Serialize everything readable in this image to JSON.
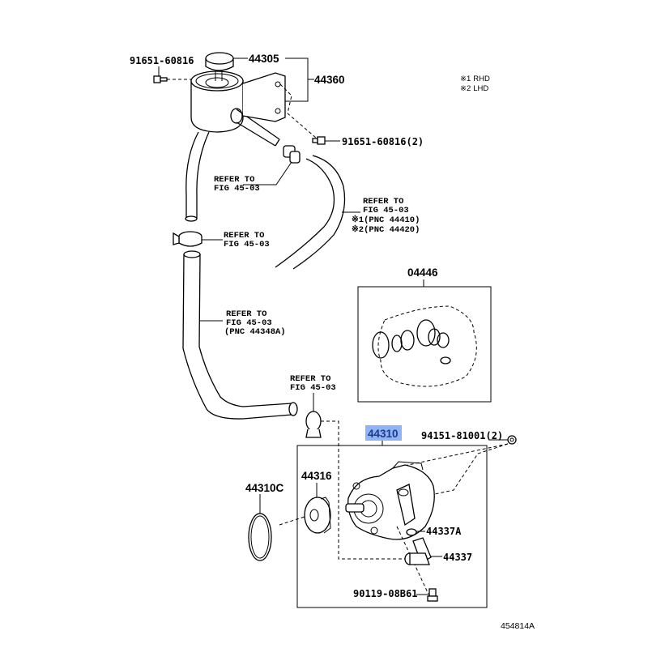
{
  "diagram": {
    "figure_code": "454814A",
    "legend": [
      {
        "mark": "※1",
        "text": "RHD"
      },
      {
        "mark": "※2",
        "text": "LHD"
      }
    ],
    "highlight_color": "#8fb4f5",
    "parts": {
      "bolt_top_left": "91651-60816",
      "cap": "44305",
      "reservoir_assy": "44360",
      "bolt_bracket": "91651-60816(2)",
      "gasket_kit": "04446",
      "pump_assy": "44310",
      "bolt_pump": "94151-81001(2)",
      "o_ring": "44310C",
      "pulley": "44316",
      "union_o_ring": "44337A",
      "union": "44337",
      "union_bolt": "90119-08B61"
    },
    "refs": {
      "ref_clamp_upper": {
        "line1": "REFER TO",
        "line2": "FIG 45-03"
      },
      "ref_return_hose": {
        "line1": "REFER TO",
        "line2": "FIG 45-03",
        "line3": "※1(PNC 44410)",
        "line4": "※2(PNC 44420)"
      },
      "ref_clamp_lower": {
        "line1": "REFER TO",
        "line2": "FIG 45-03"
      },
      "ref_suction_hose": {
        "line1": "REFER TO",
        "line2": "FIG 45-03",
        "line3": "(PNC 44348A)"
      },
      "ref_clamp_pump": {
        "line1": "REFER TO",
        "line2": "FIG 45-03"
      }
    }
  }
}
